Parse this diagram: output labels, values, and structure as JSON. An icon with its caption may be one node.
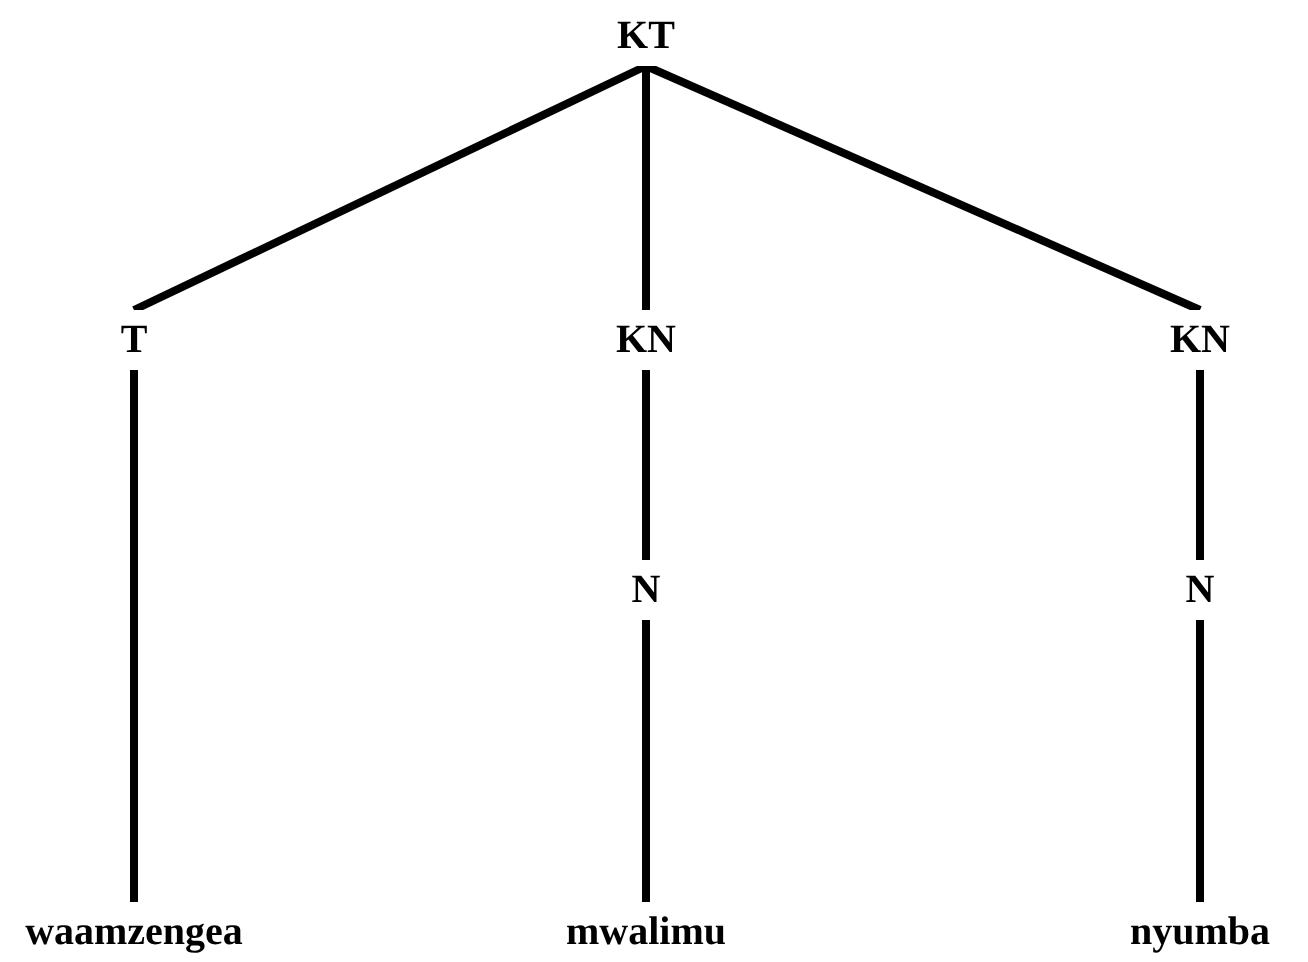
{
  "diagram": {
    "nodes": [
      {
        "text": [
          "KT"
        ]
      },
      {
        "text": [
          "T"
        ]
      },
      {
        "text": [
          "KN"
        ]
      },
      {
        "text": [
          "KN"
        ]
      },
      {
        "text": [
          "N"
        ]
      },
      {
        "text": [
          "N"
        ]
      },
      {
        "text": [
          "waamzengea"
        ]
      },
      {
        "text": [
          "mwalimu"
        ]
      },
      {
        "text": [
          "nyumba"
        ]
      }
    ],
    "edges": [
      {
        "from": 0,
        "to": 1,
        "arrow": "none"
      },
      {
        "from": 0,
        "to": 2,
        "arrow": "none"
      },
      {
        "from": 0,
        "to": 3,
        "arrow": "none"
      },
      {
        "from": 1,
        "to": 6,
        "arrow": "none"
      },
      {
        "from": 2,
        "to": 4,
        "arrow": "none"
      },
      {
        "from": 4,
        "to": 7,
        "arrow": "none"
      },
      {
        "from": 3,
        "to": 5,
        "arrow": "none"
      },
      {
        "from": 5,
        "to": 8,
        "arrow": "none"
      }
    ]
  }
}
